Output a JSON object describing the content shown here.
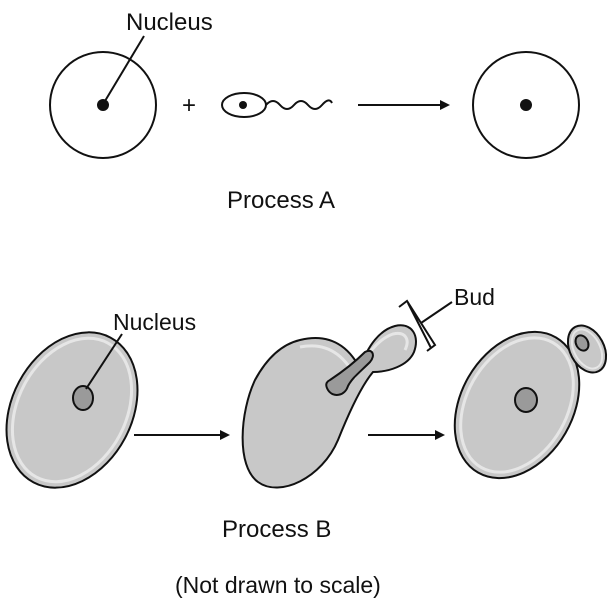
{
  "process_a": {
    "nucleus_label": "Nucleus",
    "plus_sign": "+",
    "caption": "Process A"
  },
  "process_b": {
    "nucleus_label": "Nucleus",
    "bud_label": "Bud",
    "caption": "Process B"
  },
  "footnote": "(Not drawn to scale)",
  "colors": {
    "line": "#111111",
    "cell_fill": "#c8c8c8",
    "cell_highlight": "#eeeeee",
    "nucleus_fill": "#9a9a9a"
  }
}
